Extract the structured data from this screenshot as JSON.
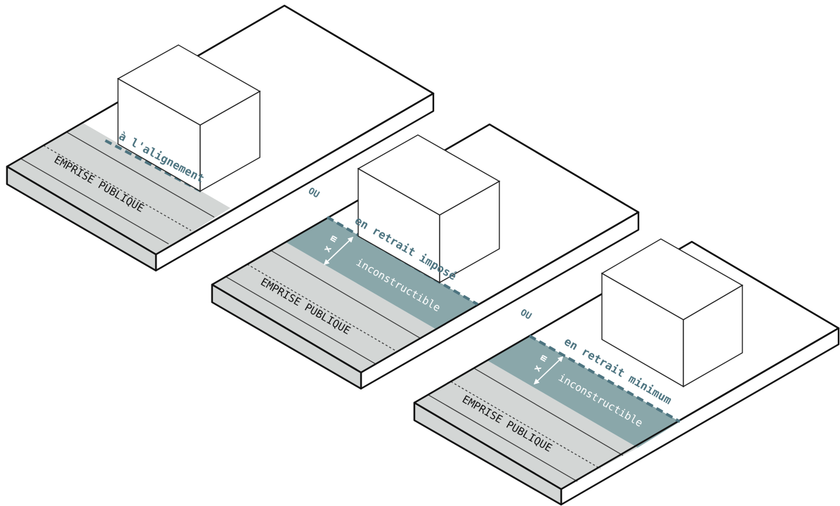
{
  "colors": {
    "emprise_fill": "#d3d6d5",
    "inconstructible_fill": "#8aa7aa",
    "label_blue": "#4d7480",
    "line": "#111111"
  },
  "connector": "OU",
  "scenarios": [
    {
      "emprise_label": "EMPRISE PUBLIQUE",
      "rule_label": "à l'alignement"
    },
    {
      "emprise_label": "EMPRISE PUBLIQUE",
      "rule_label": "en retrait imposé",
      "zone_label": "inconstructible",
      "distance_label": "x m"
    },
    {
      "emprise_label": "EMPRISE PUBLIQUE",
      "rule_label": "en retrait minimum",
      "zone_label": "inconstructible",
      "distance_label": "x m"
    }
  ]
}
